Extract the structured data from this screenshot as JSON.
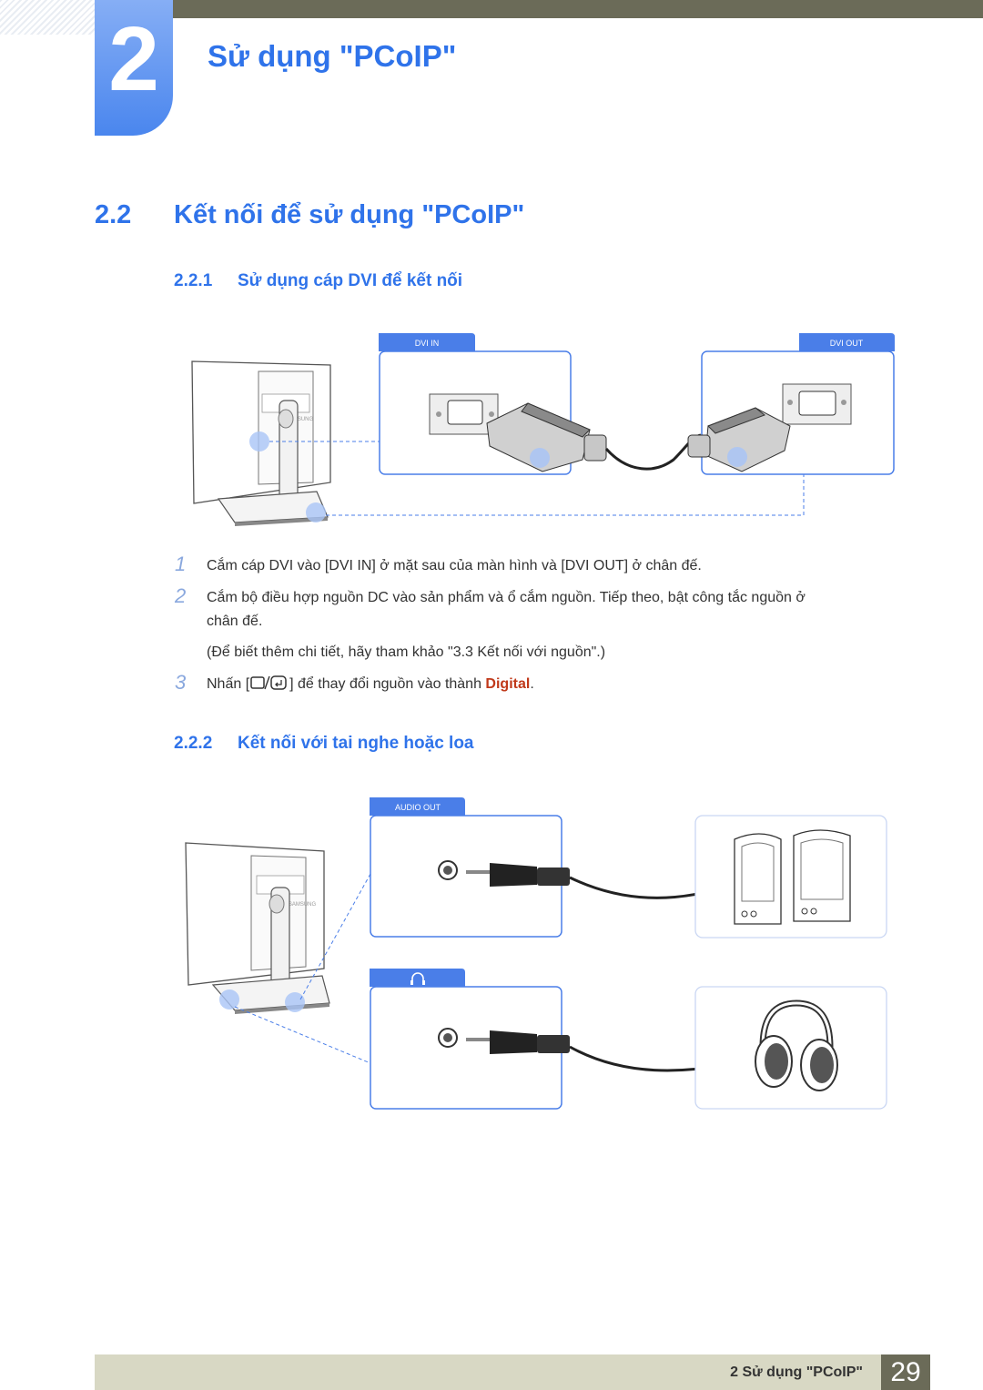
{
  "chapter": {
    "number": "2",
    "title": "Sử dụng \"PCoIP\""
  },
  "section": {
    "number": "2.2",
    "title": "Kết nối để sử dụng \"PCoIP\""
  },
  "sub1": {
    "number": "2.2.1",
    "title": "Sử dụng cáp DVI để kết nối",
    "figure": {
      "tab_left": "DVI IN",
      "tab_right": "DVI OUT",
      "brand": "SAMSUNG"
    }
  },
  "steps": [
    {
      "n": "1",
      "text": "Cắm cáp DVI vào [DVI IN] ở mặt sau của màn hình và [DVI OUT] ở chân đế."
    },
    {
      "n": "2",
      "text": "Cắm bộ điều hợp nguồn DC vào sản phẩm và ổ cắm nguồn. Tiếp theo, bật công tắc nguồn ở",
      "text2": "chân đế."
    },
    {
      "note": "(Để biết thêm chi tiết, hãy tham khảo \"3.3 Kết nối với nguồn\".)"
    },
    {
      "n": "3",
      "pre": "Nhấn [",
      "post": "] để thay đổi nguồn vào thành ",
      "emph": "Digital",
      "end": "."
    }
  ],
  "sub2": {
    "number": "2.2.2",
    "title": "Kết nối với tai nghe hoặc loa",
    "figure": {
      "tab_audio": "AUDIO OUT",
      "brand": "SAMSUNG",
      "headphone_icon": "headphone-icon"
    }
  },
  "footer": {
    "text": "2 Sử dụng \"PCoIP\"",
    "page": "29"
  },
  "colors": {
    "accent": "#2f73ea",
    "footer_dark": "#6b6b58",
    "footer_light": "#d8d8c4",
    "emphasis": "#c0391a"
  }
}
